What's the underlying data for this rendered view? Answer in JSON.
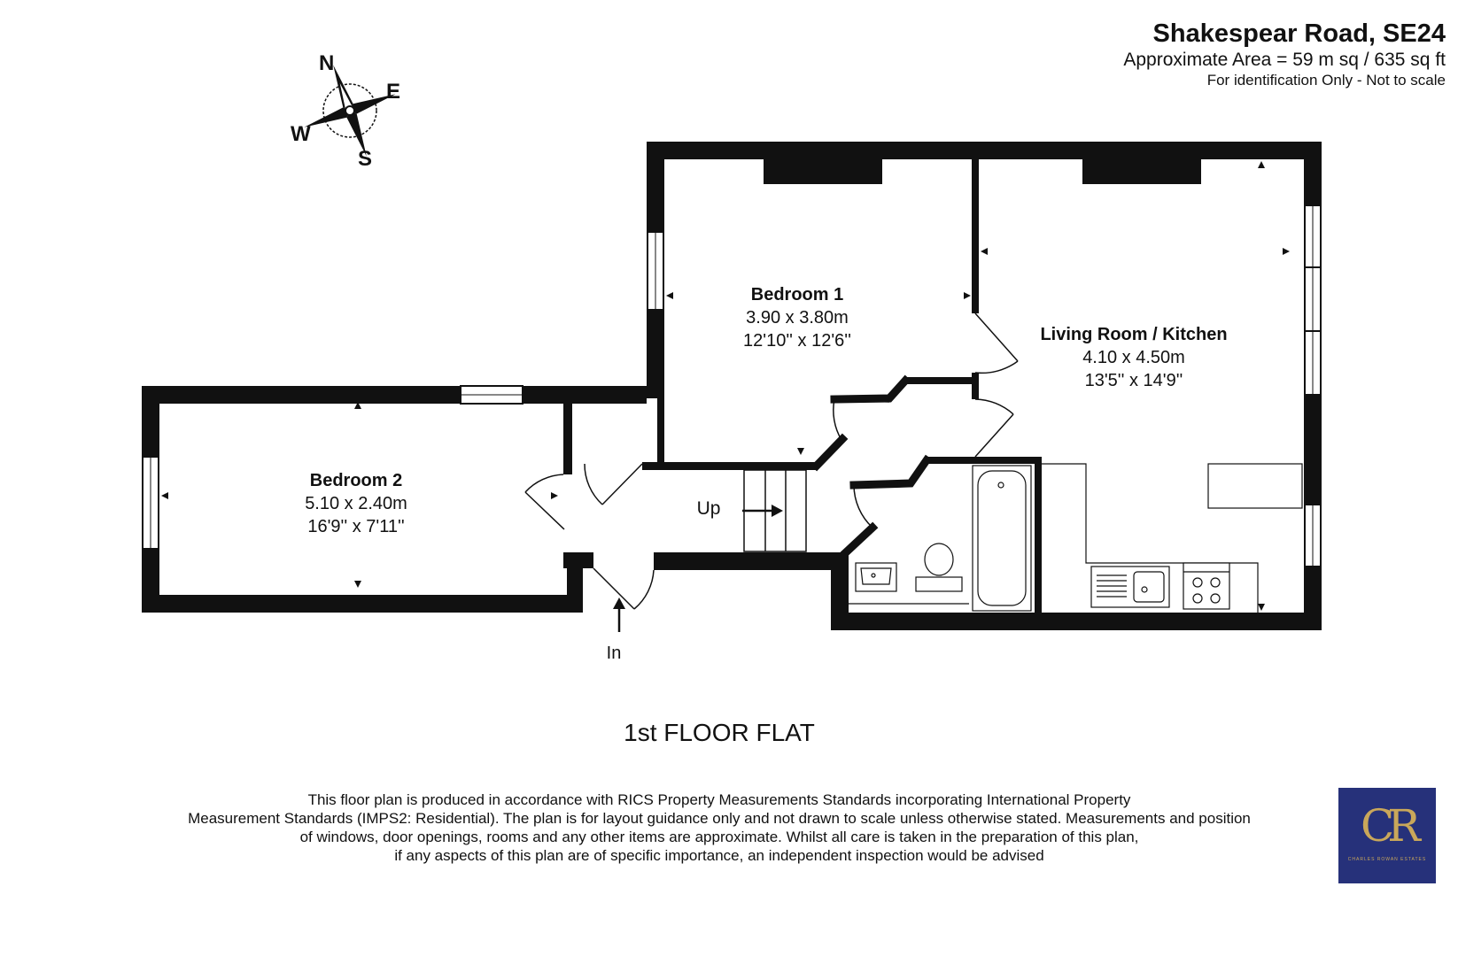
{
  "header": {
    "title": "Shakespear Road, SE24",
    "area": "Approximate Area = 59 m sq / 635 sq ft",
    "disclaimer": "For identification Only - Not to scale"
  },
  "compass": {
    "n": "N",
    "e": "E",
    "s": "S",
    "w": "W"
  },
  "rooms": {
    "bedroom1": {
      "name": "Bedroom 1",
      "metric": "3.90 x 3.80m",
      "imperial": "12'10'' x 12'6''"
    },
    "living": {
      "name": "Living Room / Kitchen",
      "metric": "4.10 x 4.50m",
      "imperial": "13'5'' x 14'9''"
    },
    "bedroom2": {
      "name": "Bedroom 2",
      "metric": "5.10 x 2.40m",
      "imperial": "16'9'' x 7'11''"
    }
  },
  "labels": {
    "up": "Up",
    "in": "In"
  },
  "floor_label": "1st FLOOR FLAT",
  "footer": {
    "line1": "This floor plan is produced in accordance with RICS Property Measurements Standards incorporating International Property",
    "line2": "Measurement Standards (IMPS2: Residential). The plan is for layout guidance only and not drawn to scale unless otherwise stated. Measurements and position",
    "line3": "of windows, door openings, rooms and any other items are approximate. Whilst all care is taken in the preparation of this plan,",
    "line4": "if any aspects of this plan are of specific importance, an independent inspection would be advised"
  },
  "logo": {
    "mark": "CR",
    "text": "CHARLES ROWAN ESTATES"
  },
  "colors": {
    "wall": "#111111",
    "logo_bg": "#26317a",
    "logo_gold": "#c9a75a"
  }
}
